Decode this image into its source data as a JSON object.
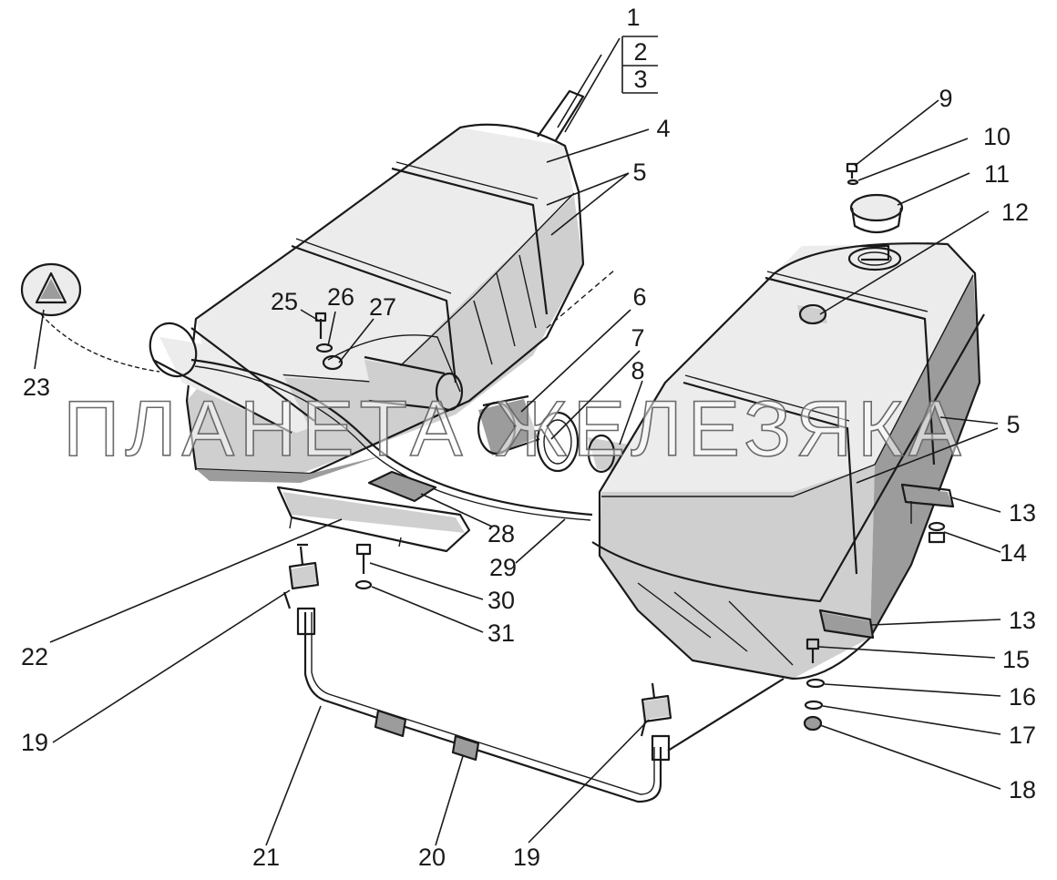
{
  "watermark": "ПЛАНЕТА ЖЕЛЕЗЯКА",
  "callouts": [
    {
      "id": "c1",
      "label": "1"
    },
    {
      "id": "c2",
      "label": "2"
    },
    {
      "id": "c3",
      "label": "3"
    },
    {
      "id": "c4",
      "label": "4"
    },
    {
      "id": "c5a",
      "label": "5"
    },
    {
      "id": "c5b",
      "label": "5"
    },
    {
      "id": "c6",
      "label": "6"
    },
    {
      "id": "c7",
      "label": "7"
    },
    {
      "id": "c8",
      "label": "8"
    },
    {
      "id": "c9",
      "label": "9"
    },
    {
      "id": "c10",
      "label": "10"
    },
    {
      "id": "c11",
      "label": "11"
    },
    {
      "id": "c12",
      "label": "12"
    },
    {
      "id": "c13a",
      "label": "13"
    },
    {
      "id": "c13b",
      "label": "13"
    },
    {
      "id": "c14",
      "label": "14"
    },
    {
      "id": "c15",
      "label": "15"
    },
    {
      "id": "c16",
      "label": "16"
    },
    {
      "id": "c17",
      "label": "17"
    },
    {
      "id": "c18",
      "label": "18"
    },
    {
      "id": "c19a",
      "label": "19"
    },
    {
      "id": "c19b",
      "label": "19"
    },
    {
      "id": "c20",
      "label": "20"
    },
    {
      "id": "c21",
      "label": "21"
    },
    {
      "id": "c22",
      "label": "22"
    },
    {
      "id": "c23",
      "label": "23"
    },
    {
      "id": "c25",
      "label": "25"
    },
    {
      "id": "c26",
      "label": "26"
    },
    {
      "id": "c27",
      "label": "27"
    },
    {
      "id": "c28",
      "label": "28"
    },
    {
      "id": "c29",
      "label": "29"
    },
    {
      "id": "c30",
      "label": "30"
    },
    {
      "id": "c31",
      "label": "31"
    }
  ]
}
